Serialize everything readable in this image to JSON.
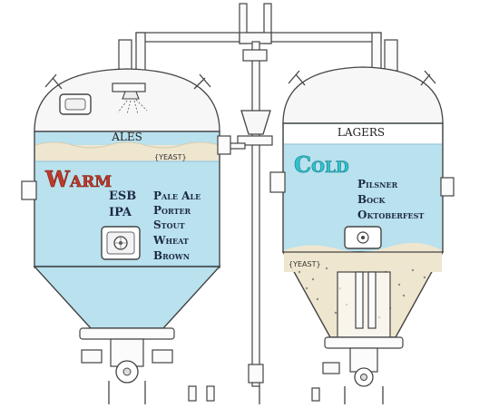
{
  "left_tank": {
    "header": "ALES",
    "temperature": "Warm",
    "temperature_color": "#c0392b",
    "yeast_label": "{YEAST}",
    "yeast_position": "top",
    "beer_col1": [
      "ESB",
      "IPA"
    ],
    "beer_col2": [
      "Pale Ale",
      "Porter",
      "Stout",
      "Wheat",
      "Brown"
    ]
  },
  "right_tank": {
    "header": "LAGERS",
    "temperature": "Cold",
    "temperature_color": "#2ec4cf",
    "yeast_label": "{YEAST}",
    "yeast_position": "bottom",
    "beers": [
      "Pilsner",
      "Bock",
      "Oktoberfest"
    ]
  },
  "colors": {
    "liquid": "#b9e1ee",
    "liquid_deep": "#a9d8ea",
    "yeast_foam": "#efe6cf",
    "outline": "#444444",
    "text": "#1e2a44"
  },
  "icons": [
    "valve-icon",
    "sight-glass-icon",
    "spray-nozzle-icon",
    "gauge-icon"
  ]
}
